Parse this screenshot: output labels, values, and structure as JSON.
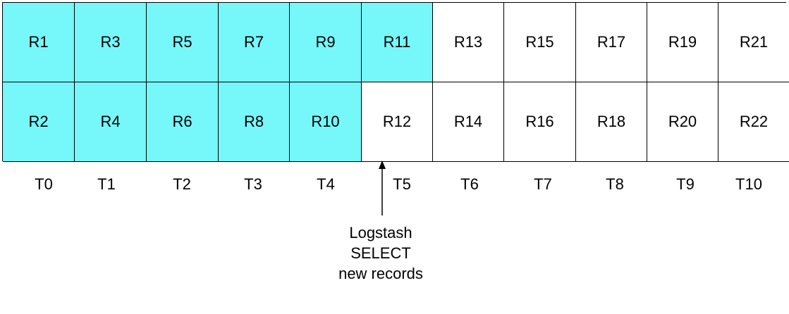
{
  "colors": {
    "processed_fill": "#76f7fa",
    "unprocessed_fill": "#ffffff",
    "border": "#000000"
  },
  "grid": {
    "top_row": [
      "R1",
      "R3",
      "R5",
      "R7",
      "R9",
      "R11",
      "R13",
      "R15",
      "R17",
      "R19",
      "R21"
    ],
    "bottom_row": [
      "R2",
      "R4",
      "R6",
      "R8",
      "R10",
      "R12",
      "R14",
      "R16",
      "R18",
      "R20",
      "R22"
    ],
    "processed_top_count": 6,
    "processed_bottom_count": 5
  },
  "time_labels": [
    "T0",
    "T1",
    "T2",
    "T3",
    "T4",
    "T5",
    "T6",
    "T7",
    "T8",
    "T9",
    "T10"
  ],
  "caption": {
    "line1": "Logstash",
    "line2": "SELECT",
    "line3": "new records"
  }
}
